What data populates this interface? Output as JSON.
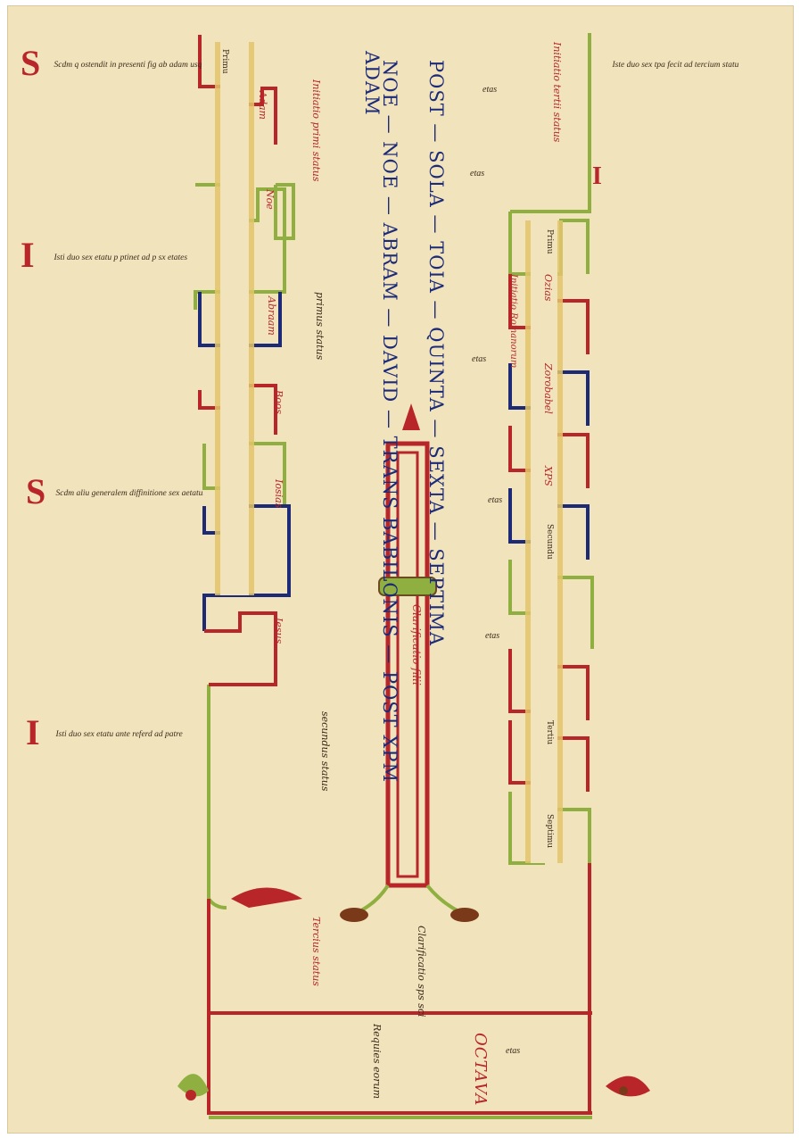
{
  "manuscript": {
    "ages_column_1": [
      "POST",
      "SOLA",
      "TOIA",
      "QUINTA",
      "SEXTA",
      "SEPTIMA"
    ],
    "ages_column_2": [
      "NOE",
      "NOE",
      "ABRAM",
      "DAVID",
      "TRANS BABILONIS",
      "POST XPM"
    ],
    "ages_column_3": [
      "ADAM"
    ],
    "side_label_right": "Initiatio tertii status",
    "side_label_left": "Initiatio primi status",
    "primus_status": "primus status",
    "secundus_status": "secundus status",
    "tertius_status": "Tercius status",
    "initiatio_romanorum": "Initiatio Romanorum",
    "clarificatio_filii": "Clarificatio filii",
    "clarificatio_sps": "Clarificatio sps sci",
    "requies_label": "Requies eorum",
    "octava": "OCTAVA",
    "aetas": "etas",
    "left_blocks": [
      "Scdm q ostendit in presenti fig ab adam usq ad Ioseph inc p sex pfecta tpa",
      "Isti duo sex etatu p ptinet ad p sx etates",
      "Scdm aliu generalem diffinitione sex aetatum mundi",
      "Isti duo sex etatu ante referd ad patre"
    ],
    "right_block": "Iste duo sex tpa fecit ad tercium statu",
    "ladder_left": [
      "Primu",
      "Adam",
      "Noe",
      "Abraam",
      "Boos",
      "Iosias",
      "Iesus"
    ],
    "ladder_right": [
      "Primu",
      "Ozias",
      "Zorobabel",
      "XPS",
      "Secundu",
      "Tertiu",
      "Septimu"
    ]
  }
}
